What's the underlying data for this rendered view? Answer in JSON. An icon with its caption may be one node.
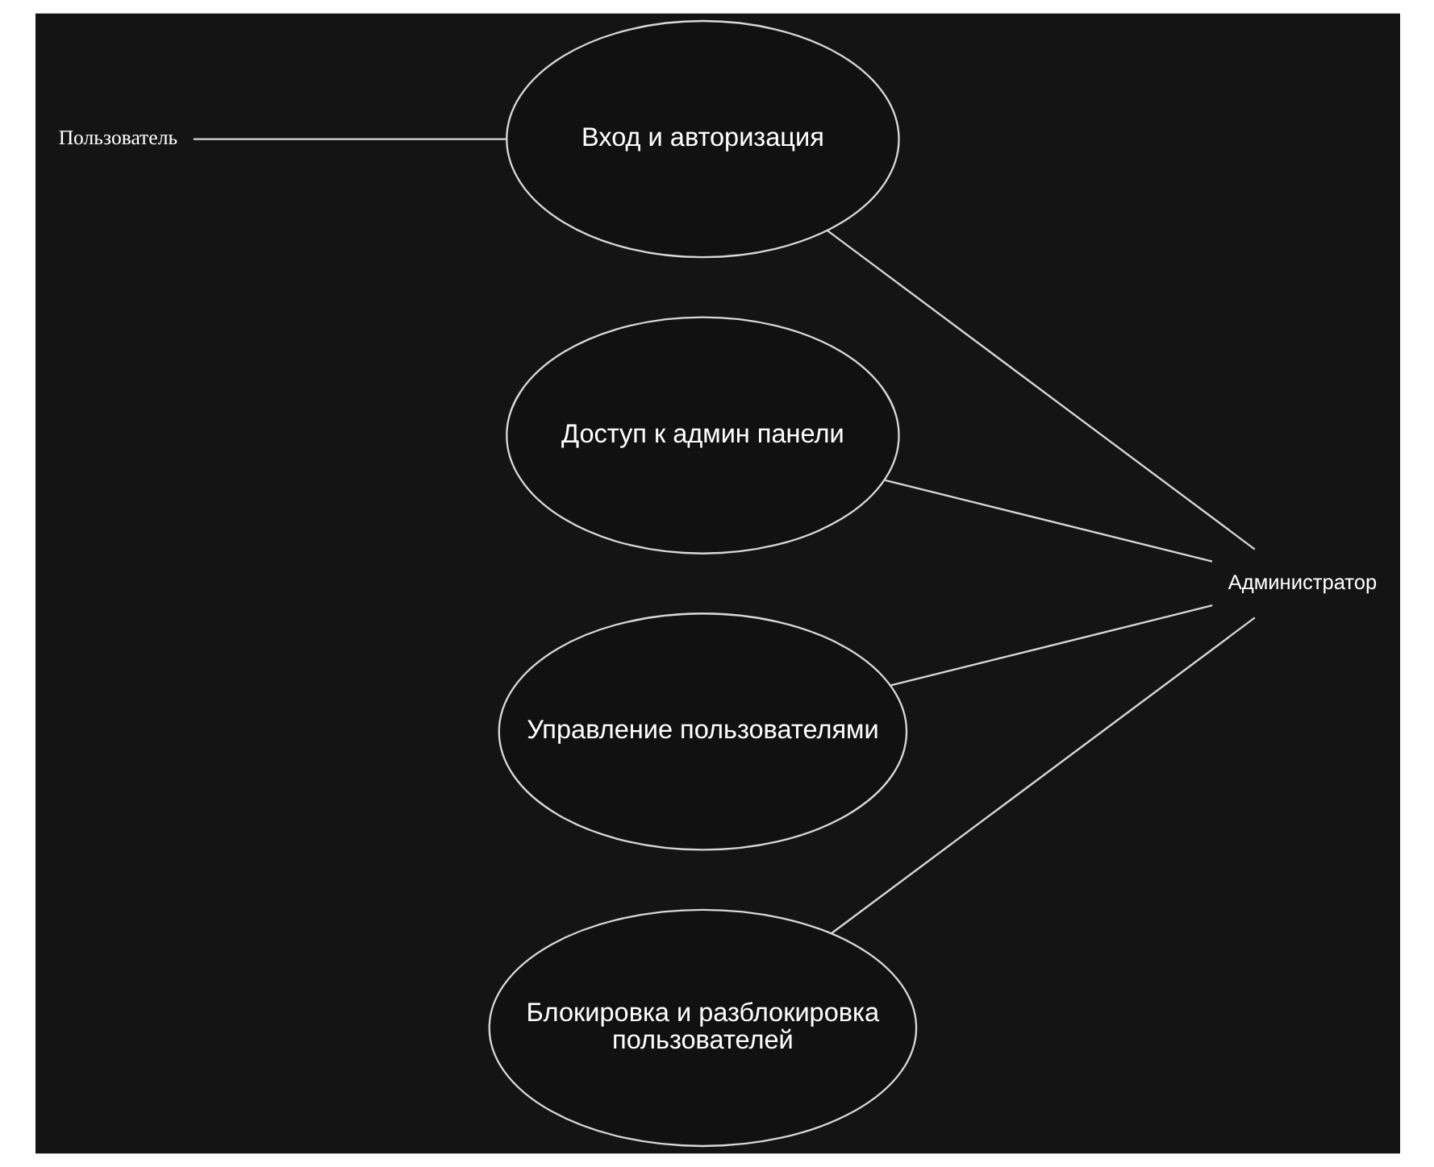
{
  "diagram": {
    "nodes": [
      {
        "text": [
          "Пользователь"
        ]
      },
      {
        "text": [
          "Вход и авторизация"
        ]
      },
      {
        "text": [
          "Доступ к админ панели"
        ]
      },
      {
        "text": [
          "Управление пользователями"
        ]
      },
      {
        "text": [
          "Блокировка и разблокировка пользователей"
        ]
      },
      {
        "text": [
          "Администратор"
        ]
      }
    ],
    "edges": [
      {
        "from": 0,
        "to": 1,
        "arrow": "none"
      },
      {
        "from": 1,
        "to": 5,
        "arrow": "none"
      },
      {
        "from": 2,
        "to": 5,
        "arrow": "none"
      },
      {
        "from": 3,
        "to": 5,
        "arrow": "none"
      },
      {
        "from": 4,
        "to": 5,
        "arrow": "none"
      }
    ]
  }
}
